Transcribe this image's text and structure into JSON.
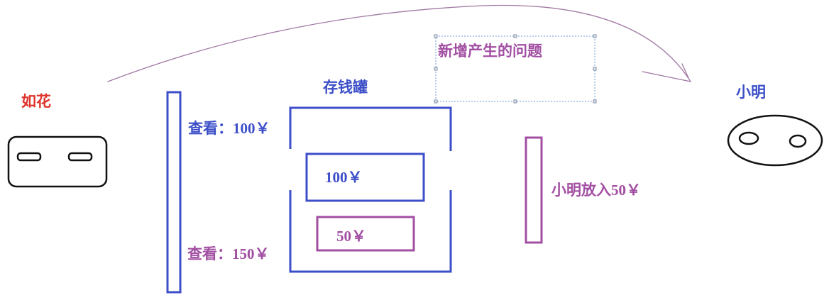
{
  "characters": {
    "left": {
      "name": "如花"
    },
    "right": {
      "name": "小明"
    }
  },
  "piggy_bank": {
    "label": "存钱罐",
    "existing_amount": "100￥",
    "added_amount": "50￥"
  },
  "left_action": {
    "first_check": "查看：100￥",
    "second_check": "查看：150￥"
  },
  "right_action": {
    "label": "小明放入50￥"
  },
  "annotation": {
    "text": "新增产生的问题"
  },
  "colors": {
    "blue": "#3d4fc8",
    "purple": "#a24fa2",
    "red": "#e0332b",
    "ink": "#111111",
    "arrow": "#a078a2",
    "select": "#6b9bcc"
  }
}
